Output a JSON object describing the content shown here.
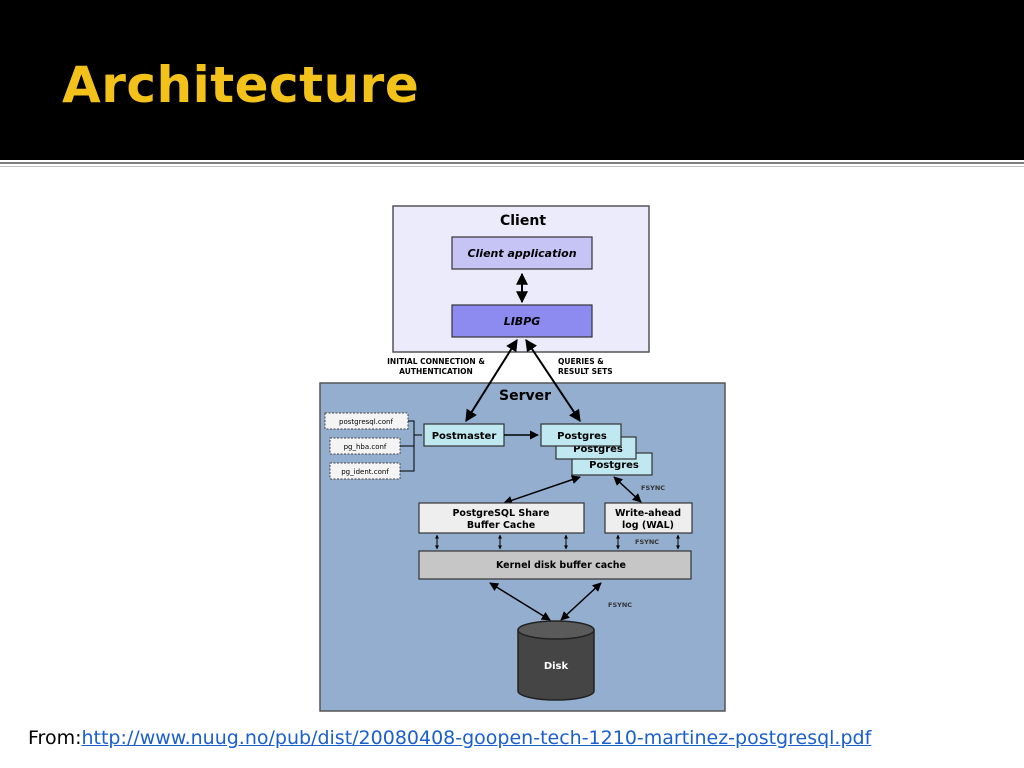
{
  "slide": {
    "title": "Architecture",
    "source_prefix": "From:",
    "source_url": "http://www.nuug.no/pub/dist/20080408-goopen-tech-1210-martinez-postgresql.pdf"
  },
  "diagram": {
    "client": {
      "title": "Client",
      "app": "Client application",
      "lib": "LIBPG"
    },
    "link_labels": {
      "left_1": "INITIAL CONNECTION &",
      "left_2": "AUTHENTICATION",
      "right_1": "QUERIES &",
      "right_2": "RESULT SETS"
    },
    "server": {
      "title": "Server",
      "config_files": [
        "postgresql.conf",
        "pg_hba.conf",
        "pg_ident.conf"
      ],
      "postmaster": "Postmaster",
      "backends": [
        "Postgres",
        "Postgres",
        "Postgres"
      ],
      "shared_buffer_1": "PostgreSQL Share",
      "shared_buffer_2": "Buffer Cache",
      "wal_1": "Write-ahead",
      "wal_2": "log (WAL)",
      "kernel": "Kernel disk buffer cache",
      "disk": "Disk",
      "fsync": "FSYNC"
    },
    "colors": {
      "client_bg": "#ecebfb",
      "client_box": "#c5c4f5",
      "libpg_box": "#8d8af0",
      "server_bg": "#93aece",
      "process_box": "#bfe8f0",
      "memory_box": "#eeeeee",
      "kernel_box": "#c6c6c6",
      "disk": "#454545"
    }
  }
}
